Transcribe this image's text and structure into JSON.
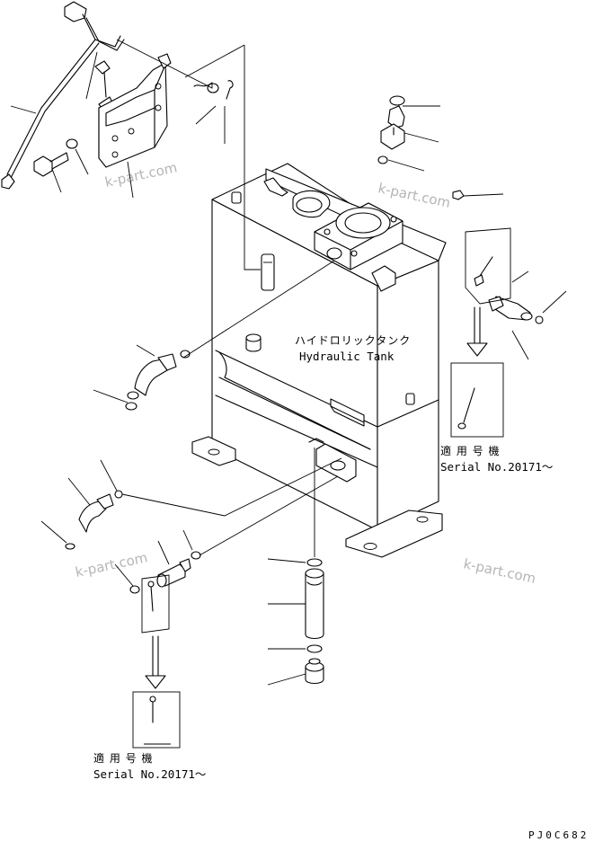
{
  "tank_label_jp": "ハイドロリックタンク",
  "tank_label_en": "Hydraulic Tank",
  "serial_note_right": {
    "jp": "適 用 号 機",
    "en": "Serial No.20171～"
  },
  "serial_note_left": {
    "jp": "適 用 号 機",
    "en": "Serial No.20171～"
  },
  "watermark": "k-part.com",
  "drawing_code": "PJ0C682"
}
